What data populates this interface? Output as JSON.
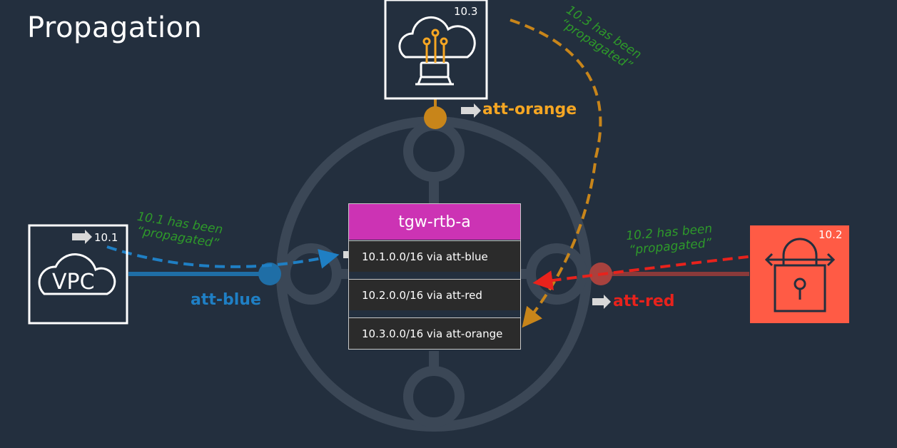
{
  "title": "Propagation",
  "route_table": {
    "name": "tgw-rtb-a",
    "routes": [
      "10.1.0.0/16 via att-blue",
      "10.2.0.0/16 via att-red",
      "10.3.0.0/16 via att-orange"
    ]
  },
  "attachments": {
    "orange": {
      "label": "att-orange",
      "color": "#c8851a"
    },
    "blue": {
      "label": "att-blue",
      "color": "#1f7fc4"
    },
    "red": {
      "label": "att-red",
      "color": "#e8221c"
    }
  },
  "nodes": {
    "vpc": {
      "cidr": "10.1",
      "icon_text": "VPC",
      "icon": "vpc-cloud-icon"
    },
    "top": {
      "cidr": "10.3",
      "icon": "cloud-circuit-icon"
    },
    "right": {
      "cidr": "10.2",
      "icon": "padlock-arrows-icon",
      "color": "#ff5b45"
    }
  },
  "notes": {
    "blue": [
      "10.1 has been",
      "“propagated”"
    ],
    "orange": [
      "10.3 has been",
      "“propagated”"
    ],
    "red": [
      "10.2 has been",
      "“propagated”"
    ]
  },
  "colors": {
    "background": "#232f3e",
    "route_table_header": "#cc33b4",
    "note_text": "#2e9a2a"
  }
}
